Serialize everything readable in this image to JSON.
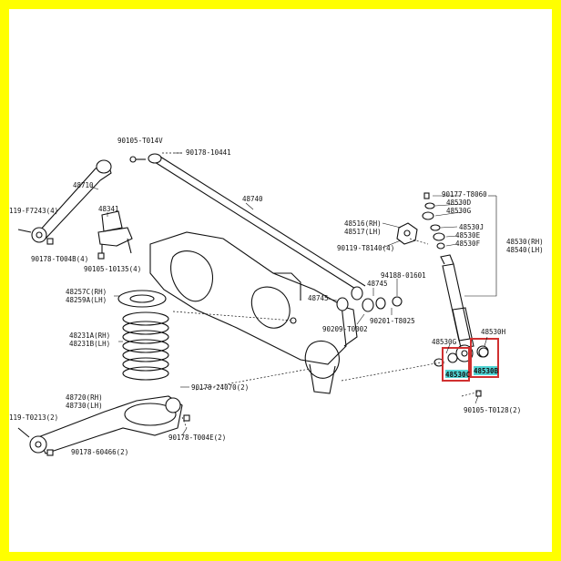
{
  "frame_color": "#ffff00",
  "highlight_color": "#d03030",
  "labels": {
    "l90105_7014": "90105-T014V",
    "l90178_10441": "90178-10441",
    "l48710": "48710",
    "l48740": "48740",
    "l48341": "48341",
    "l119_left_top": "119-F7243(4)",
    "l90178_04": "90178-T004B(4)",
    "l90105_10135": "90105-10135(4)",
    "l48257c": "48257C(RH)",
    "l48259a": "48259A(LH)",
    "l48231a": "48231A(RH)",
    "l48231b": "48231B(LH)",
    "l90178_24070": "90178-24070(2)",
    "l48720": "48720(RH)",
    "l48730": "48730(LH)",
    "l119_left_bot": "119-T0213(2)",
    "l90178_60466": "90178-60466(2)",
    "l90178_t004e": "90178-T004E(2)",
    "l48516": "48516(RH)",
    "l48517": "48517(LH)",
    "l90119_48": "90119-T8140(4)",
    "l48745a": "48745",
    "l48745b": "48745",
    "l94188": "94188-01601",
    "l90209": "90209-T0002",
    "l90201": "90201-T8025",
    "l90177": "90177-T8060",
    "l48530d_top": "48530D",
    "l48530g_top": "48530G",
    "l48530j": "48530J",
    "l48530e": "48530E",
    "l48530f": "48530F",
    "l48530_rh": "48530(RH)",
    "l48540_lh": "48540(LH)",
    "l48530g_bot": "48530G",
    "l48530h": "48530H",
    "l48530b": "48530B",
    "l48530c": "48530C",
    "l90105_t0128": "90105-T0128(2)"
  }
}
